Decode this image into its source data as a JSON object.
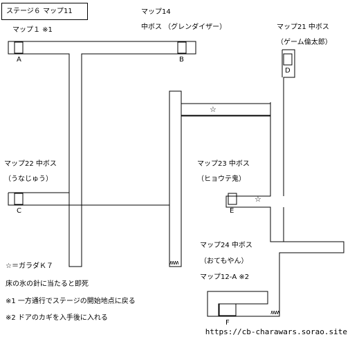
{
  "title": "ステージ６ マップ11",
  "rooms": {
    "map1": {
      "name": "マップ１ ※1",
      "point": "A"
    },
    "map14": {
      "name": "マップ14",
      "boss": "中ボス （グレンダイザー）",
      "point": "B"
    },
    "map21": {
      "name": "マップ21 中ボス",
      "boss": "（ゲーム倫太郎）",
      "point": "D"
    },
    "map22": {
      "name": "マップ22 中ボス",
      "boss": "（うなじゅう）",
      "point": "C"
    },
    "map23": {
      "name": "マップ23 中ボス",
      "boss": "（ヒョウテ鬼）",
      "point": "E"
    },
    "map24": {
      "name": "マップ24 中ボス",
      "boss": "（おてもやん）",
      "point": "F"
    },
    "map12a": {
      "name": "マップ12-A ※2"
    }
  },
  "markers": {
    "star": "☆",
    "spikes": "ʍʍ"
  },
  "legend": [
    "☆＝ガラダＫ７",
    "床の氷の針に当たると即死",
    "※1 一方通行でステージの開始地点に戻る",
    "※2 ドアのカギを入手後に入れる"
  ],
  "credit": "https://cb-charawars.sorao.site",
  "colors": {
    "line": "#000000",
    "background": "#ffffff"
  }
}
